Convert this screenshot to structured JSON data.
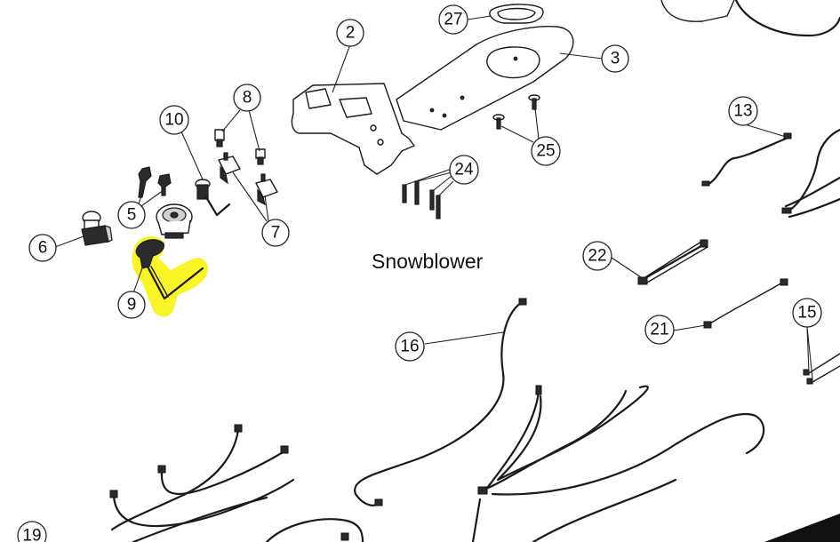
{
  "diagram": {
    "title": "Snowblower",
    "highlight_color": "#f7f200",
    "callouts": [
      "2",
      "3",
      "5",
      "6",
      "7",
      "8",
      "9",
      "10",
      "13",
      "15",
      "16",
      "19",
      "21",
      "22",
      "24",
      "25",
      "27"
    ],
    "highlighted_part": "9"
  }
}
